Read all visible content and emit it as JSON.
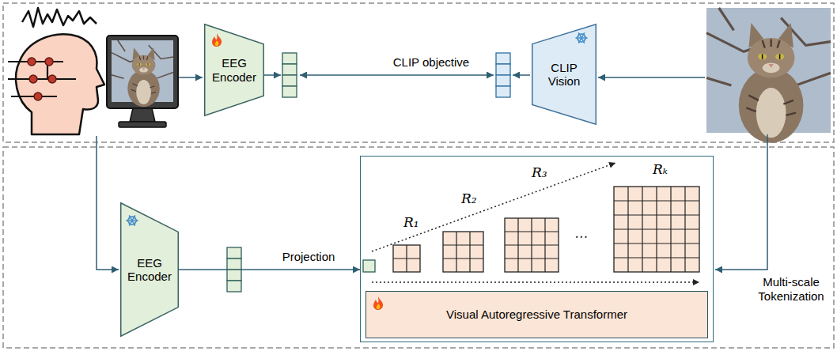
{
  "diagram": {
    "nodes": [
      {
        "text": [
          "EEG Encoder"
        ]
      },
      {
        "text": [
          "CLIP Vision"
        ]
      },
      {
        "text": [
          "EEG Encoder"
        ]
      },
      {
        "text": [
          "R₁",
          "R₂",
          "R₃",
          "Rₖ",
          "⋯"
        ]
      },
      {
        "text": [
          "Visual Autoregressive Transformer"
        ],
        "in": 3
      }
    ],
    "edges": [
      {
        "from": 2,
        "to": 3,
        "label": "Projection",
        "arrow": "to"
      }
    ],
    "labels": [
      "CLIP objective",
      "Multi-scale Tokenization"
    ]
  }
}
